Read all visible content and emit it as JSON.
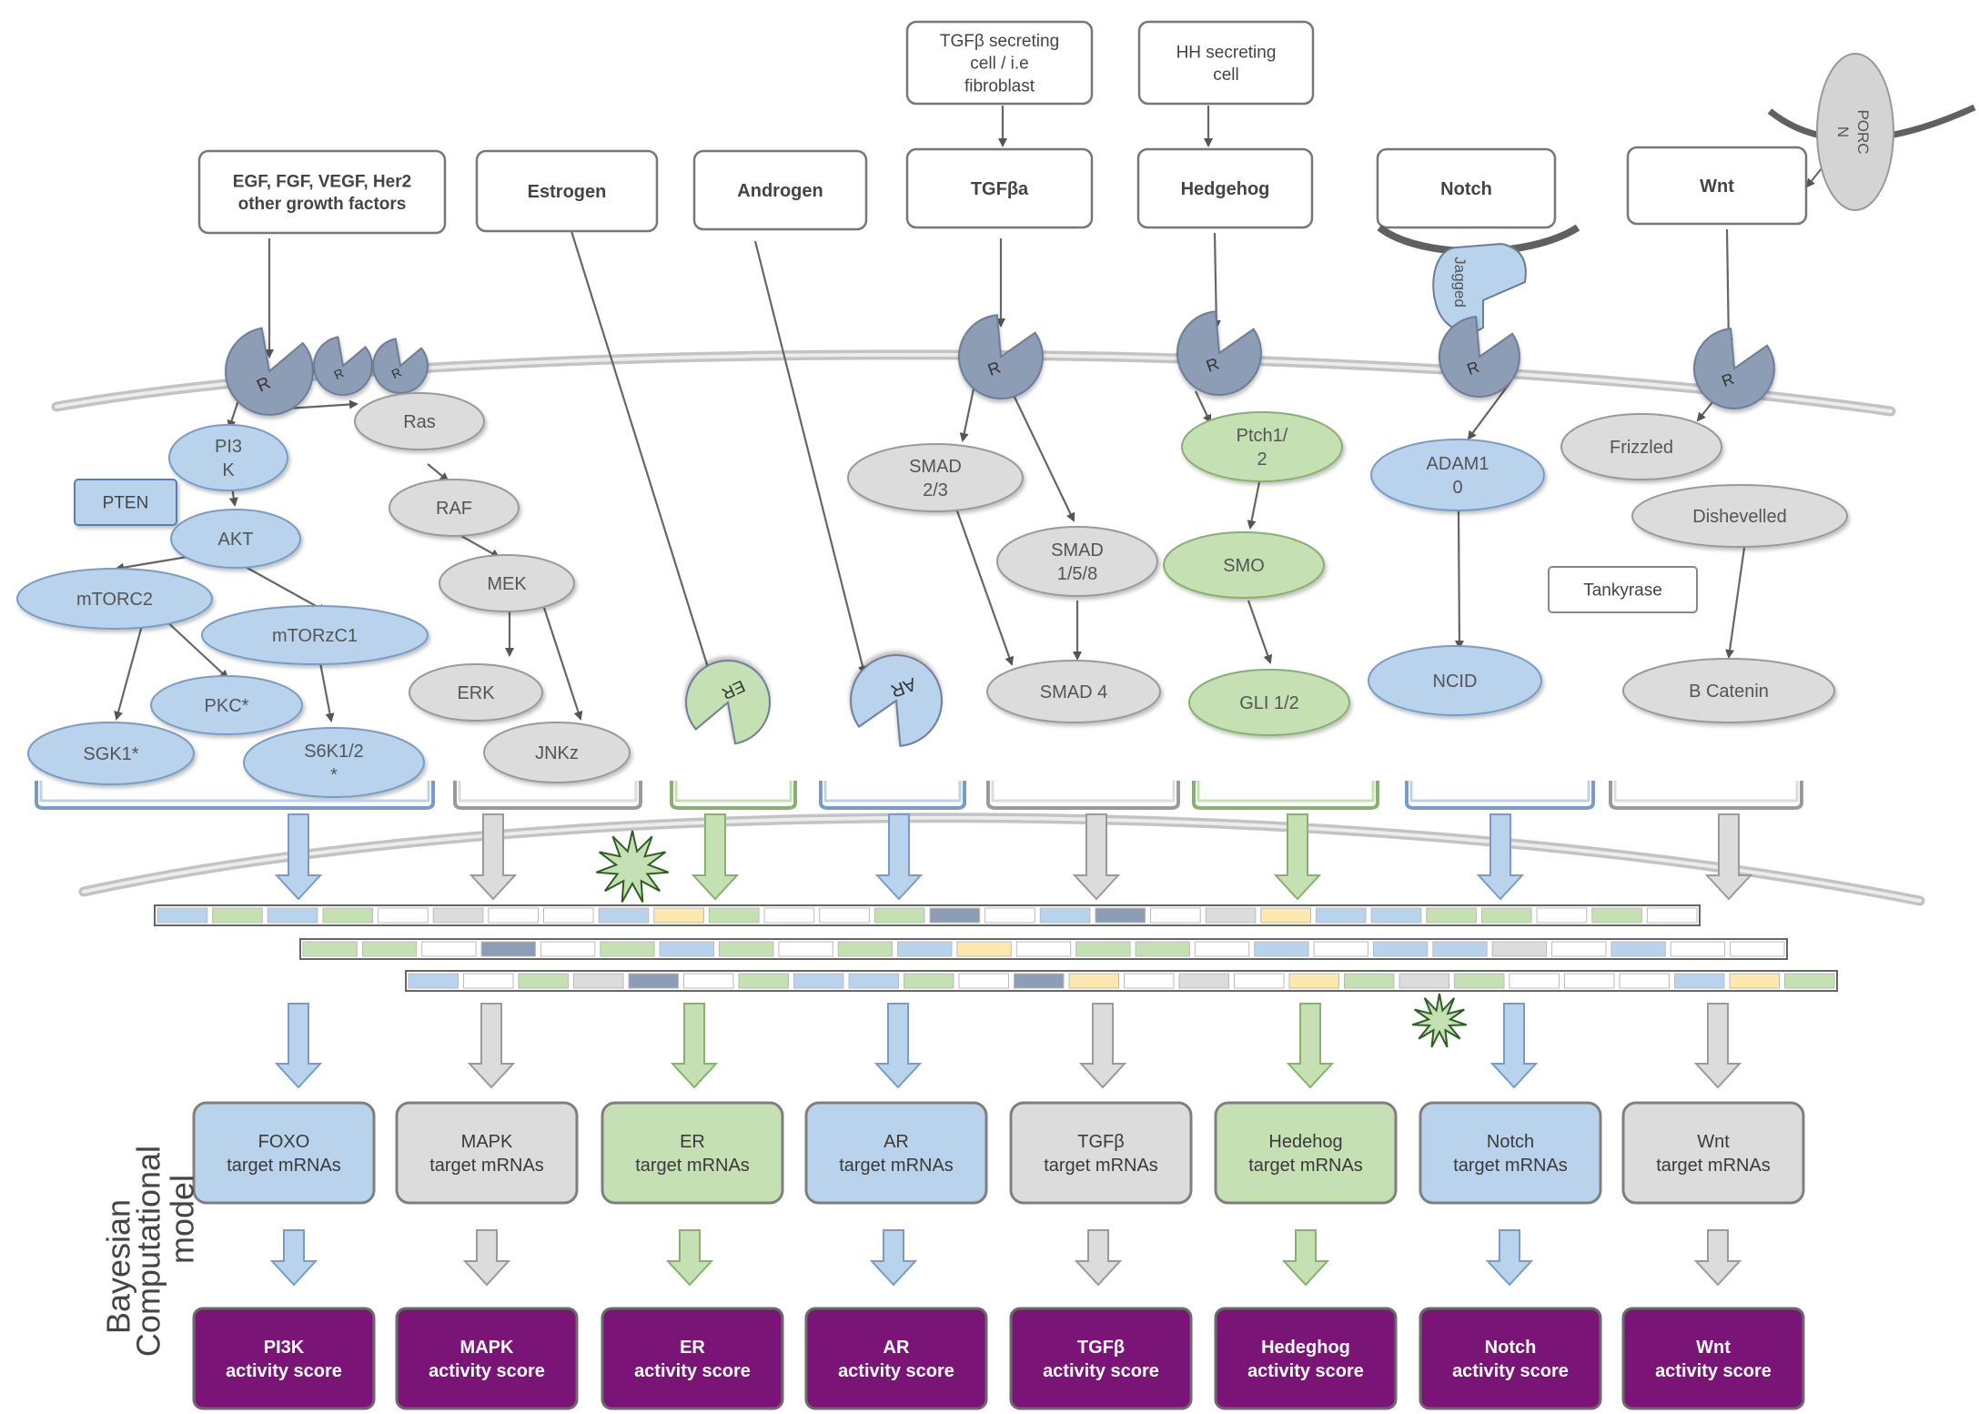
{
  "colors": {
    "blue_fill": "#b9d3ec",
    "blue_stroke": "#7a9cc4",
    "gray_fill": "#dcdcdc",
    "gray_stroke": "#9a9a9a",
    "green_fill": "#c5e0b3",
    "green_stroke": "#88b070",
    "receptor": "#8e9db6",
    "purple": "#7a1577",
    "yellow": "#fde9b0",
    "dark_blue": "#8e9db6"
  },
  "sources": {
    "tgfb": [
      "TGFβ secreting",
      "cell / i.e",
      "fibroblast"
    ],
    "hh": [
      "HH secreting",
      "cell"
    ],
    "porcn": [
      "PORC",
      "N"
    ]
  },
  "ligands": {
    "growth": [
      "EGF, FGF, VEGF, Her2",
      "other growth factors"
    ],
    "estrogen": "Estrogen",
    "androgen": "Androgen",
    "tgfba": "TGFβa",
    "hedgehog": "Hedgehog",
    "notch": "Notch",
    "wnt": "Wnt"
  },
  "receptor_label": "R",
  "jagged": "Jagged",
  "nuclear_receptors": {
    "er": "ER",
    "ar": "AR"
  },
  "nodes": {
    "pi3k": [
      "PI3",
      "K"
    ],
    "pten": "PTEN",
    "akt": "AKT",
    "mtorc2": "mTORC2",
    "mtorc1": "mTORzC1",
    "pkc": "PKC*",
    "sgk1": "SGK1*",
    "s6k": [
      "S6K1/2",
      "*"
    ],
    "ras": "Ras",
    "raf": "RAF",
    "mek": "MEK",
    "erk": "ERK",
    "jnk": "JNKz",
    "smad23": [
      "SMAD",
      "2/3"
    ],
    "smad158": [
      "SMAD",
      "1/5/8"
    ],
    "smad4": "SMAD 4",
    "ptch": [
      "Ptch1/",
      "2"
    ],
    "smo": "SMO",
    "gli": "GLI 1/2",
    "adam10": [
      "ADAM1",
      "0"
    ],
    "ncid": "NCID",
    "frizzled": "Frizzled",
    "dishevelled": "Dishevelled",
    "tankyrase": "Tankyrase",
    "bcatenin": "B Catenin"
  },
  "target_boxes": [
    {
      "name": "FOXO",
      "sub": "target mRNAs",
      "color": "blue"
    },
    {
      "name": "MAPK",
      "sub": "target mRNAs",
      "color": "gray"
    },
    {
      "name": "ER",
      "sub": "target mRNAs",
      "color": "green"
    },
    {
      "name": "AR",
      "sub": "target mRNAs",
      "color": "blue"
    },
    {
      "name": "TGFβ",
      "sub": "target mRNAs",
      "color": "gray"
    },
    {
      "name": "Hedehog",
      "sub": "target mRNAs",
      "color": "green"
    },
    {
      "name": "Notch",
      "sub": "target mRNAs",
      "color": "blue"
    },
    {
      "name": "Wnt",
      "sub": "target mRNAs",
      "color": "gray"
    }
  ],
  "score_boxes": [
    {
      "name": "PI3K",
      "sub": "activity score"
    },
    {
      "name": "MAPK",
      "sub": "activity score"
    },
    {
      "name": "ER",
      "sub": "activity score"
    },
    {
      "name": "AR",
      "sub": "activity score"
    },
    {
      "name": "TGFβ",
      "sub": "activity score"
    },
    {
      "name": "Hedeghog",
      "sub": "activity score"
    },
    {
      "name": "Notch",
      "sub": "activity score"
    },
    {
      "name": "Wnt",
      "sub": "activity score"
    }
  ],
  "model_label": [
    "Bayesian",
    "Computational",
    "model"
  ],
  "pathway_colors": [
    "blue",
    "gray",
    "green",
    "blue",
    "gray",
    "green",
    "blue",
    "gray"
  ],
  "genome_rows": [
    [
      "blue",
      "green",
      "blue",
      "green",
      "white",
      "gray",
      "white",
      "white",
      "blue",
      "yellow",
      "green",
      "white",
      "white",
      "green",
      "dark",
      "white",
      "blue",
      "dark",
      "white",
      "gray",
      "yellow",
      "blue",
      "blue",
      "green",
      "green",
      "white",
      "green",
      "white"
    ],
    [
      "green",
      "green",
      "white",
      "dark",
      "white",
      "green",
      "blue",
      "green",
      "white",
      "green",
      "blue",
      "yellow",
      "white",
      "green",
      "green",
      "white",
      "blue",
      "white",
      "blue",
      "blue",
      "gray",
      "white",
      "blue",
      "white",
      "white"
    ],
    [
      "blue",
      "white",
      "green",
      "gray",
      "dark",
      "white",
      "green",
      "blue",
      "blue",
      "green",
      "white",
      "dark",
      "yellow",
      "white",
      "gray",
      "white",
      "yellow",
      "green",
      "gray",
      "green",
      "white",
      "white",
      "white",
      "blue",
      "yellow",
      "green"
    ]
  ]
}
